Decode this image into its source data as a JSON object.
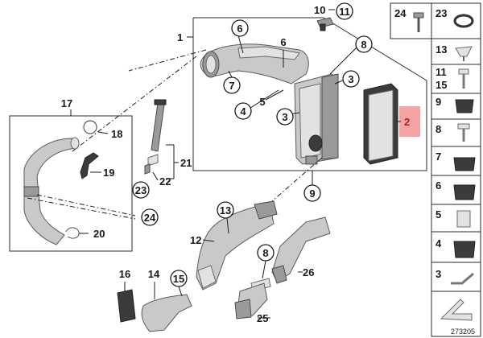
{
  "diagram_id": "273205",
  "labels": {
    "l1": "1",
    "l2": "2",
    "l3a": "3",
    "l3b": "3",
    "l4": "4",
    "l5": "5",
    "l6a": "6",
    "l6b": "6",
    "l7": "7",
    "l8a": "8",
    "l8b": "8",
    "l9": "9",
    "l10": "10",
    "l11": "11",
    "l12": "12",
    "l13": "13",
    "l14": "14",
    "l15": "15",
    "l16": "16",
    "l17": "17",
    "l18": "18",
    "l19": "19",
    "l20": "20",
    "l21": "21",
    "l22": "22",
    "l23": "23",
    "l24": "24",
    "l25": "25",
    "l26": "26"
  },
  "sidebar": {
    "top_left": "24",
    "top_right": "23",
    "rows": [
      "13",
      "11",
      "15",
      "9",
      "8",
      "7",
      "6",
      "5",
      "4",
      "3"
    ]
  },
  "colors": {
    "highlight_fill": "#f4a4a4",
    "highlight_text": "#b22222"
  }
}
